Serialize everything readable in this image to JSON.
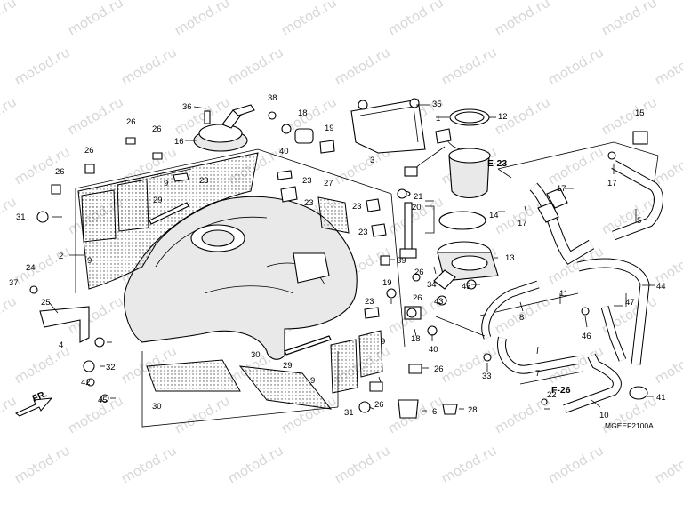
{
  "watermark": {
    "text": "motod.ru"
  },
  "diagram": {
    "code": "MGEEF2100A",
    "front_label": "FR.",
    "refs": [
      "E-23",
      "F-26"
    ],
    "callouts": [
      "1",
      "2",
      "3",
      "4",
      "5",
      "6",
      "7",
      "8",
      "9",
      "10",
      "11",
      "12",
      "13",
      "14",
      "15",
      "16",
      "17",
      "18",
      "19",
      "20",
      "21",
      "22",
      "23",
      "24",
      "25",
      "26",
      "27",
      "28",
      "29",
      "30",
      "31",
      "32",
      "33",
      "34",
      "35",
      "36",
      "37",
      "38",
      "39",
      "40",
      "41",
      "42",
      "43",
      "44",
      "45",
      "46",
      "47"
    ]
  }
}
